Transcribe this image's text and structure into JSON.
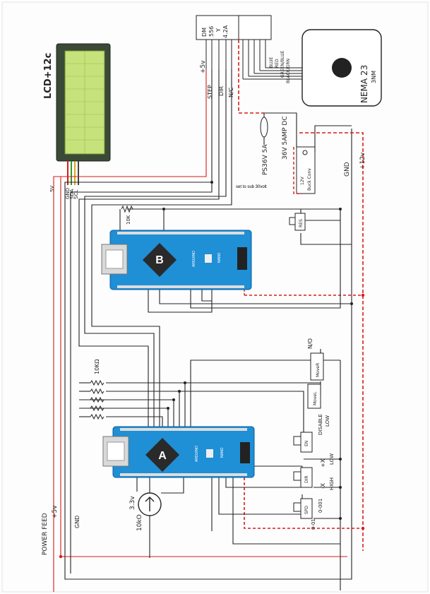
{
  "labels": {
    "lcd": "LCD+12c",
    "lcd_5v": "5V",
    "lcd_gnd": "GND",
    "lcd_sda": "SDA",
    "lcd_scl": "SCL",
    "driver_model": "DM",
    "driver_num": "556",
    "driver_y": "Y",
    "driver_amps": "4.2A",
    "plus5v": "+5v",
    "step": "STEP",
    "dir": "DIR",
    "nc": "N/C",
    "motor_blue": "BLUE",
    "motor_red": "RED",
    "motor_green": "GREEN/BLUE",
    "motor_black": "BLACK/GRN",
    "motor_name": "NEMA 23",
    "motor_torque": "3NM",
    "psu": "PS36V 5A",
    "psu_out": "36V 5AMP DC",
    "converter_a": "12V",
    "converter_b": "Buck Conv",
    "sub_note": "set to sub 30volt",
    "gnd_right": "GND",
    "plus12v": "+12v",
    "res_10k": "10K",
    "res_10k_ohm": "10KΩ",
    "board_b": "B",
    "board_a": "A",
    "arduino": "ARDUINO",
    "nano": "NANO",
    "switch_res": "RES",
    "switch_en": "EN",
    "switch_dir": "DIR",
    "switch_spd": "SPD",
    "btn_mover": "MoveR",
    "btn_movel": "MoveL",
    "no_label": "N/O",
    "disable": "DISABLE",
    "low": "LOW",
    "plus_x": "+X",
    "low2": "LOW",
    "minus_x": "-X",
    "high": "HIGH",
    "speed_a": "0-001",
    "speed_b": "0-01",
    "pot_v": "3.3v",
    "pot_r": "10kO",
    "gnd_left": "GND",
    "power_feed": "POWER FEED",
    "power_plus5": "+5v"
  },
  "colors": {
    "wire": "#222222",
    "red_wire": "#d81b1b",
    "board": "#1f8fd6",
    "lcd_screen": "#c6e27a",
    "lcd_frame": "#2c3e2c"
  }
}
